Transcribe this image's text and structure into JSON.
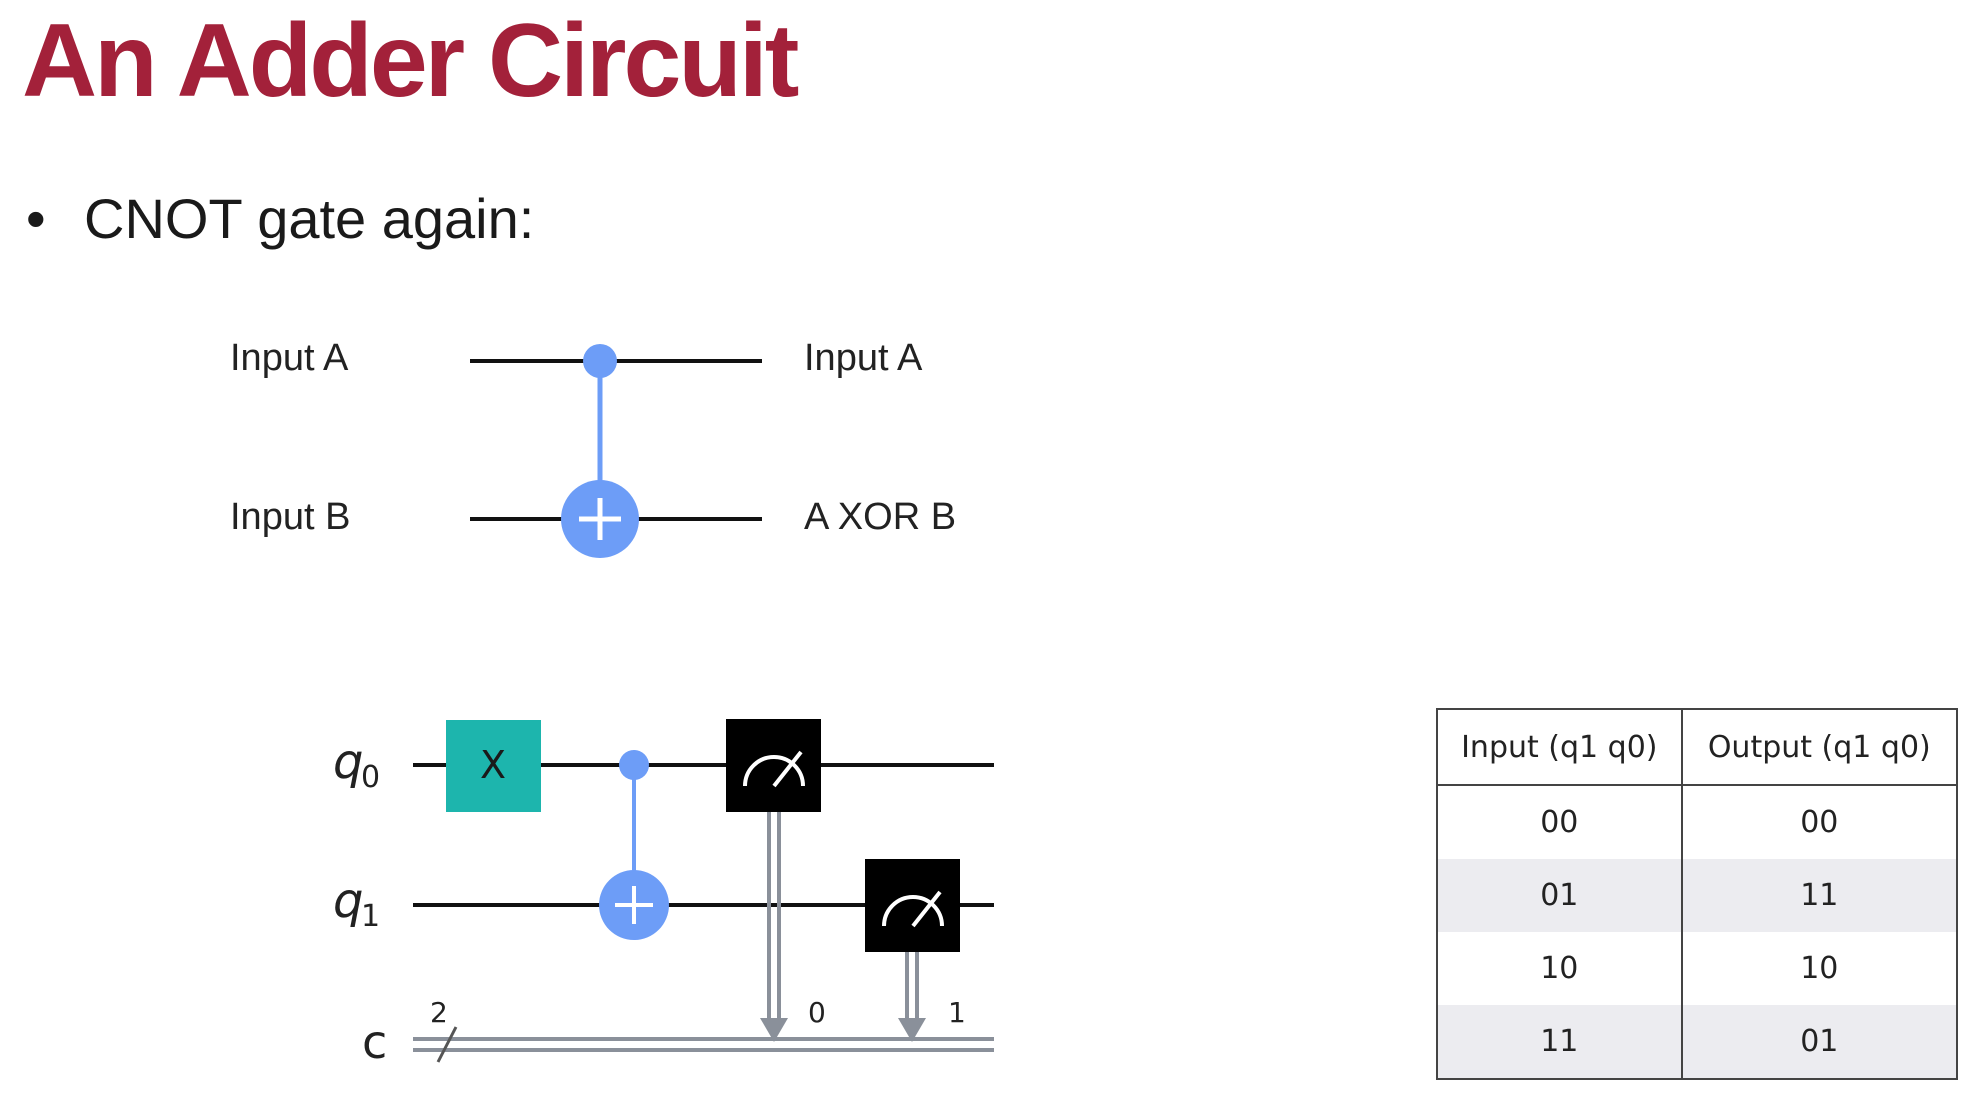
{
  "slide": {
    "title": "An Adder Circuit",
    "bullet": "CNOT gate again:"
  },
  "cnot_diagram": {
    "input_a": "Input A",
    "input_b": "Input B",
    "output_a": "Input A",
    "output_b": "A XOR B",
    "accent_color": "#6d9df7"
  },
  "quantum_circuit": {
    "qubit_0_label": "q",
    "qubit_0_index": "0",
    "qubit_1_label": "q",
    "qubit_1_index": "1",
    "classical_label": "c",
    "classical_width": "2",
    "x_gate_label": "X",
    "measure_0_target": "0",
    "measure_1_target": "1",
    "x_gate_color": "#1db5ad",
    "control_color": "#6d9df7"
  },
  "truth_table": {
    "headers": [
      "Input (q1 q0)",
      "Output (q1 q0)"
    ],
    "rows": [
      [
        "00",
        "00"
      ],
      [
        "01",
        "11"
      ],
      [
        "10",
        "10"
      ],
      [
        "11",
        "01"
      ]
    ]
  }
}
